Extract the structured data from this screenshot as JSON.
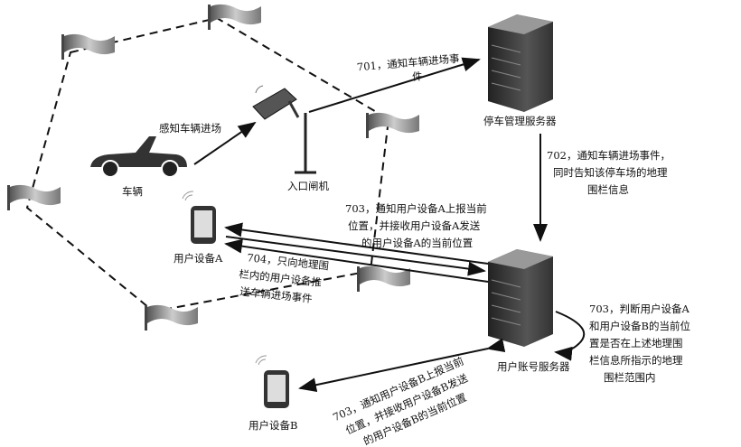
{
  "nodes": {
    "vehicle": "车辆",
    "gate": "入口闸机",
    "parking_server": "停车管理服务器",
    "account_server": "用户账号服务器",
    "device_a": "用户设备A",
    "device_b": "用户设备B"
  },
  "labels": {
    "sense": "感知车辆进场",
    "s701": [
      "701，通知车辆进场事",
      "件"
    ],
    "s702": [
      "702，通知车辆进场事件，",
      "同时告知该停车场的地理",
      "围栏信息"
    ],
    "s703a": [
      "703，通知用户设备A上报当前",
      "位置，并接收用户设备A发送",
      "的用户设备A的当前位置"
    ],
    "s704": [
      "704，只向地理围",
      "栏内的用户设备推",
      "送车辆进场事件"
    ],
    "s703judge": [
      "703，判断用户设备A",
      "和用户设备B的当前位",
      "置是否在上述地理围",
      "栏信息所指示的地理",
      "围栏范围内"
    ],
    "s703b": [
      "703，通知用户设备B上报当前",
      "位置，并接收用户设备B发送",
      "的用户设备B的当前位置"
    ]
  }
}
